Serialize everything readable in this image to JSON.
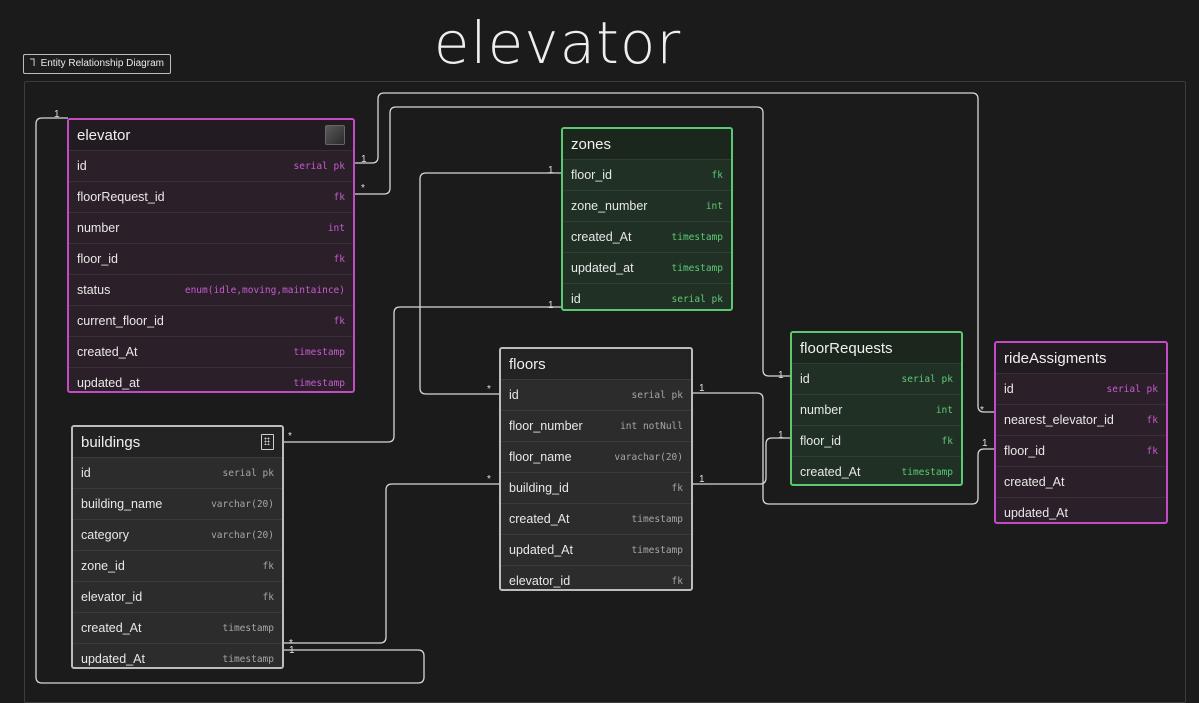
{
  "page": {
    "title": "elevator",
    "tag_label": "Entity Relationship Diagram",
    "tag_icon": "erd-icon"
  },
  "tables": {
    "elevator": {
      "name": "elevator",
      "icon": "square-icon",
      "fields": [
        {
          "name": "id",
          "type": "serial  pk"
        },
        {
          "name": "floorRequest_id",
          "type": "fk"
        },
        {
          "name": "number",
          "type": "int"
        },
        {
          "name": "floor_id",
          "type": "fk"
        },
        {
          "name": "status",
          "type": "enum(idle,moving,maintaince)"
        },
        {
          "name": "current_floor_id",
          "type": "fk"
        },
        {
          "name": "created_At",
          "type": "timestamp"
        },
        {
          "name": "updated_at",
          "type": "timestamp"
        }
      ]
    },
    "zones": {
      "name": "zones",
      "fields": [
        {
          "name": "floor_id",
          "type": "fk"
        },
        {
          "name": "zone_number",
          "type": "int"
        },
        {
          "name": "created_At",
          "type": "timestamp"
        },
        {
          "name": "updated_at",
          "type": "timestamp"
        },
        {
          "name": "id",
          "type": "serial  pk"
        }
      ]
    },
    "floors": {
      "name": "floors",
      "fields": [
        {
          "name": "id",
          "type": "serial  pk"
        },
        {
          "name": "floor_number",
          "type": "int  notNull"
        },
        {
          "name": "floor_name",
          "type": "varachar(20)"
        },
        {
          "name": "building_id",
          "type": "fk"
        },
        {
          "name": "created_At",
          "type": "timestamp"
        },
        {
          "name": "updated_At",
          "type": "timestamp"
        },
        {
          "name": "elevator_id",
          "type": "fk"
        }
      ]
    },
    "floorRequests": {
      "name": "floorRequests",
      "fields": [
        {
          "name": "id",
          "type": "serial  pk"
        },
        {
          "name": "number",
          "type": "int"
        },
        {
          "name": "floor_id",
          "type": "fk"
        },
        {
          "name": "created_At",
          "type": "timestamp"
        }
      ]
    },
    "rideAssigments": {
      "name": "rideAssigments",
      "fields": [
        {
          "name": "id",
          "type": "serial  pk"
        },
        {
          "name": "nearest_elevator_id",
          "type": "fk"
        },
        {
          "name": "floor_id",
          "type": "fk"
        },
        {
          "name": "created_At",
          "type": ""
        },
        {
          "name": "updated_At",
          "type": ""
        }
      ]
    },
    "buildings": {
      "name": "buildings",
      "icon": "building-icon",
      "fields": [
        {
          "name": "id",
          "type": "serial  pk"
        },
        {
          "name": "building_name",
          "type": "varchar(20)"
        },
        {
          "name": "category",
          "type": "varchar(20)"
        },
        {
          "name": "zone_id",
          "type": "fk"
        },
        {
          "name": "elevator_id",
          "type": "fk"
        },
        {
          "name": "created_At",
          "type": "timestamp"
        },
        {
          "name": "updated_At",
          "type": "timestamp"
        }
      ]
    }
  },
  "cardinality": {
    "one": "1",
    "many": "*"
  }
}
